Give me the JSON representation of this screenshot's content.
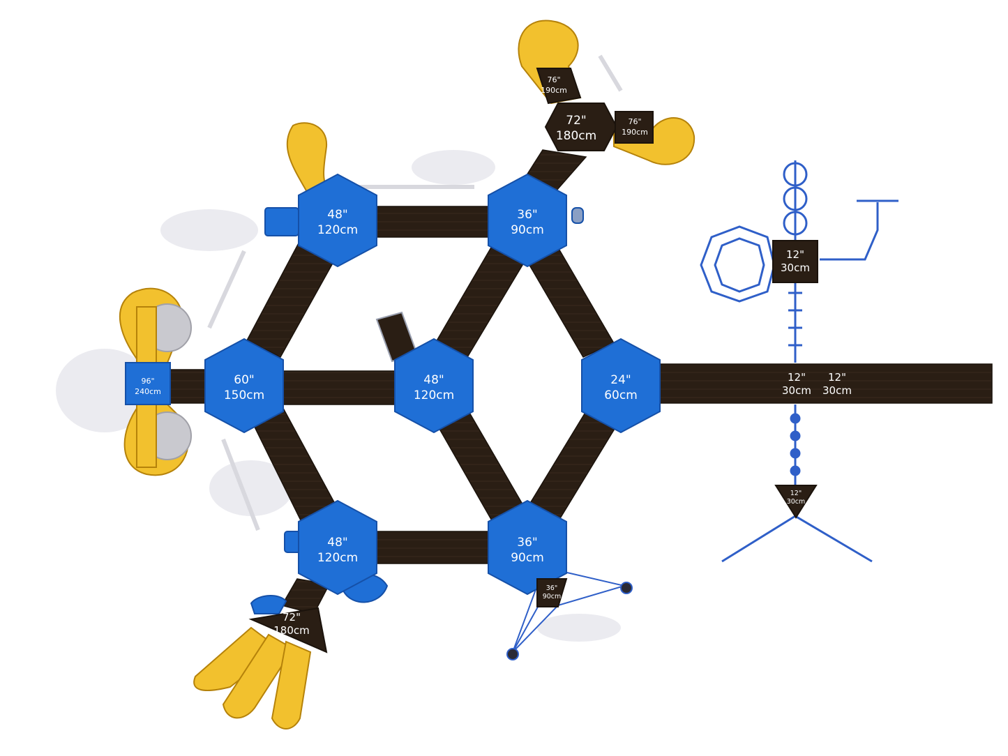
{
  "diagram": {
    "colors": {
      "deck_blue": "#1f6fd6",
      "deck_blue_dark": "#1550a8",
      "walkway_brown": "#2a1e14",
      "slide_yellow": "#f2c12e",
      "slide_yellow_dark": "#d49a0a",
      "rail_white": "#e6e6ea",
      "frame_blue": "#2f5fc8",
      "tube_clear": "#c9c9cf"
    },
    "decks": [
      {
        "id": "deck-top-left",
        "label_in": "48\"",
        "label_cm": "120cm"
      },
      {
        "id": "deck-top-right",
        "label_in": "36\"",
        "label_cm": "90cm"
      },
      {
        "id": "deck-left",
        "label_in": "60\"",
        "label_cm": "150cm"
      },
      {
        "id": "deck-center",
        "label_in": "48\"",
        "label_cm": "120cm"
      },
      {
        "id": "deck-right",
        "label_in": "24\"",
        "label_cm": "60cm"
      },
      {
        "id": "deck-bottom-left",
        "label_in": "48\"",
        "label_cm": "120cm"
      },
      {
        "id": "deck-bottom-right",
        "label_in": "36\"",
        "label_cm": "90cm"
      }
    ],
    "platforms": [
      {
        "id": "tower-top",
        "label_in": "72\"",
        "label_cm": "180cm"
      },
      {
        "id": "slide-top-a",
        "label_in": "76\"",
        "label_cm": "190cm"
      },
      {
        "id": "slide-top-b",
        "label_in": "76\"",
        "label_cm": "190cm"
      },
      {
        "id": "slide-left",
        "label_in": "96\"",
        "label_cm": "240cm"
      },
      {
        "id": "tower-bottom",
        "label_in": "72\"",
        "label_cm": "180cm"
      },
      {
        "id": "small-bottom",
        "label_in": "36\"",
        "label_cm": "90cm"
      },
      {
        "id": "square-right",
        "label_in": "12\"",
        "label_cm": "30cm"
      },
      {
        "id": "walk-right-a",
        "label_in": "12\"",
        "label_cm": "30cm"
      },
      {
        "id": "walk-right-b",
        "label_in": "12\"",
        "label_cm": "30cm"
      },
      {
        "id": "triangle-right",
        "label_in": "12\"",
        "label_cm": "30cm"
      }
    ]
  }
}
